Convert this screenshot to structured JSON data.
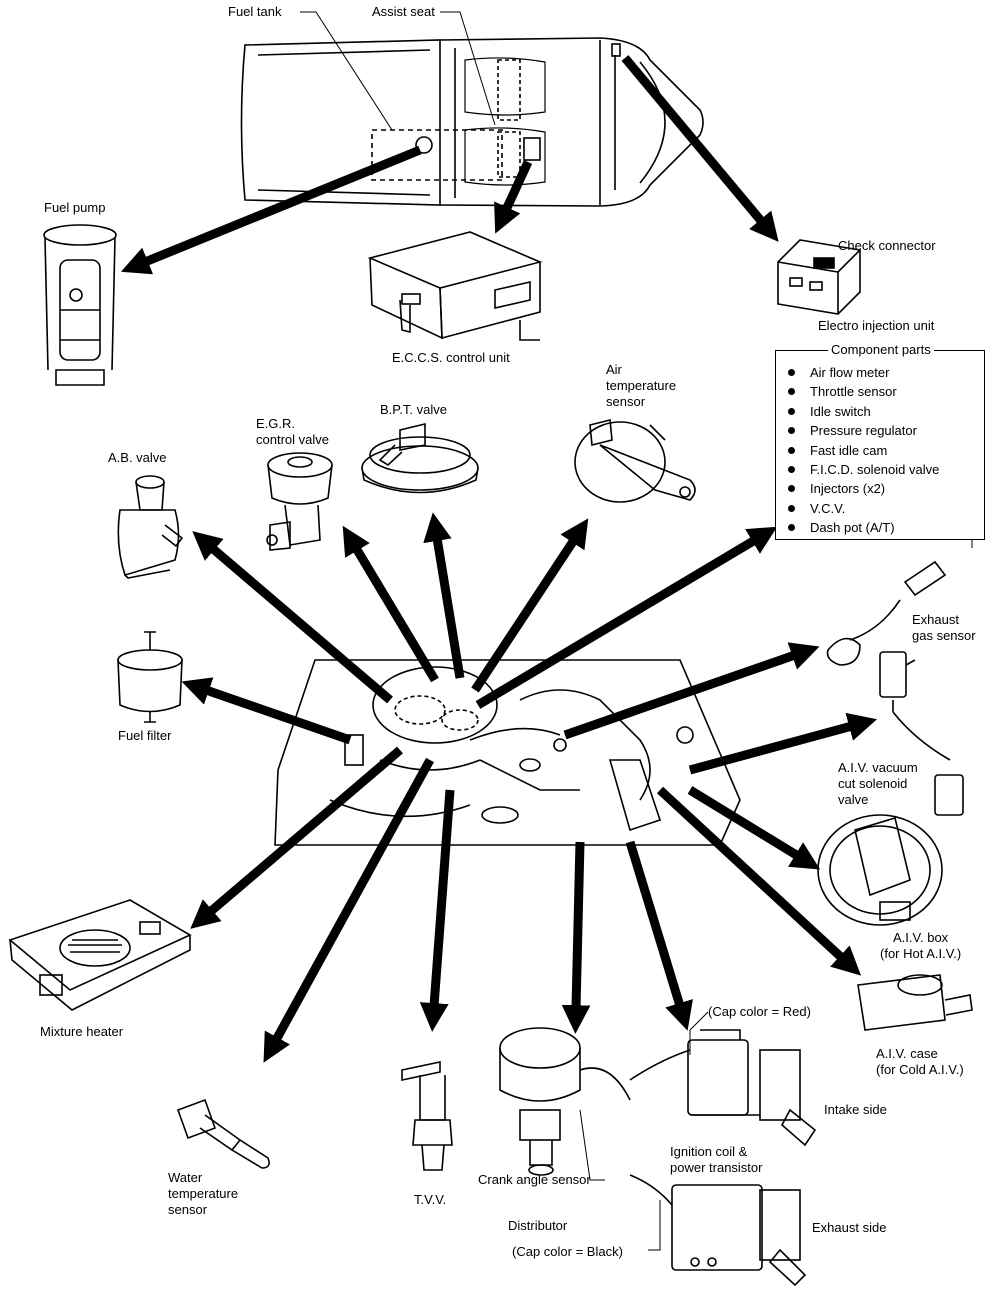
{
  "labels": {
    "fuel_tank": "Fuel tank",
    "assist_seat": "Assist seat",
    "fuel_pump": "Fuel pump",
    "eccs_control_unit": "E.C.C.S. control unit",
    "check_connector": "Check connector",
    "electro_injection_unit": "Electro injection unit",
    "air_temperature_sensor": "Air\ntemperature\nsensor",
    "bpt_valve": "B.P.T. valve",
    "egr_control_valve": "E.G.R.\ncontrol valve",
    "ab_valve": "A.B. valve",
    "exhaust_gas_sensor": "Exhaust\ngas sensor",
    "fuel_filter": "Fuel filter",
    "aiv_vacuum_cut_solenoid_valve": "A.I.V. vacuum\ncut solenoid\nvalve",
    "aiv_box": "A.I.V. box\n(for Hot A.I.V.)",
    "mixture_heater": "Mixture heater",
    "aiv_case": "A.I.V. case\n(for Cold A.I.V.)",
    "cap_color_red": "(Cap color = Red)",
    "intake_side": "Intake side",
    "ignition_coil": "Ignition coil &\npower transistor",
    "crank_angle_sensor": "Crank angle sensor",
    "water_temperature_sensor": "Water\ntemperature\nsensor",
    "tvv": "T.V.V.",
    "distributor": "Distributor",
    "exhaust_side": "Exhaust side",
    "cap_color_black": "(Cap color = Black)"
  },
  "component_box": {
    "title": "Component parts",
    "items": [
      "Air flow meter",
      "Throttle sensor",
      "Idle switch",
      "Pressure regulator",
      "Fast idle cam",
      "F.I.C.D. solenoid valve",
      "Injectors (x2)",
      "V.C.V.",
      "Dash pot (A/T)"
    ]
  }
}
